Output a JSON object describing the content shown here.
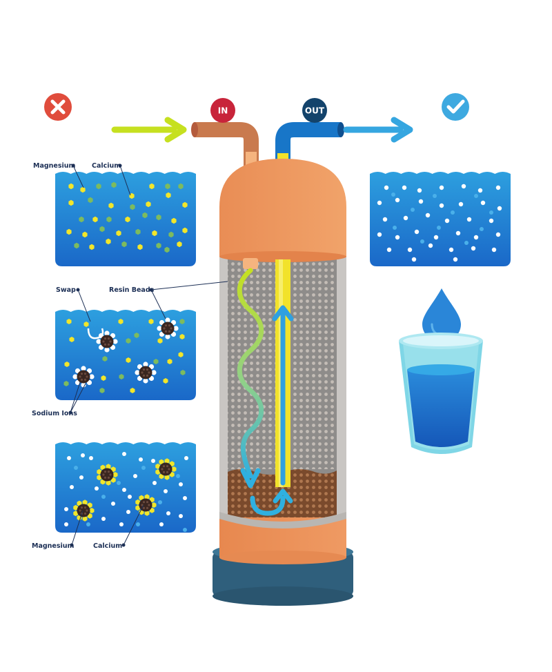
{
  "labels": {
    "in": "IN",
    "out": "OUT",
    "magnesium": "Magnesium",
    "calcium": "Calcium",
    "swap": "Swap",
    "resin_beads": "Resin Beads",
    "sodium_ions": "Sodium Ions"
  },
  "colors": {
    "hard_water_status": "#e04c3c",
    "soft_water_status": "#3ea9e0",
    "in_badge": "#c8243a",
    "out_badge": "#13436b",
    "inlet_arrow": "#c6e020",
    "outlet_arrow": "#35a6e0",
    "tank_orange": "#e8915a",
    "tank_base": "#2f5f7c",
    "water_top": "#2d9fdf",
    "water_bottom": "#1a6ac9",
    "magnesium_ion": "#7dbb5e",
    "calcium_ion": "#f2e62a",
    "resin_bead": "#3a2620",
    "sodium_ion": "#ffffff"
  },
  "icons": {
    "hard_water": "cross-icon",
    "soft_water": "check-icon",
    "drop": "water-drop-icon",
    "glass": "water-glass-icon"
  }
}
